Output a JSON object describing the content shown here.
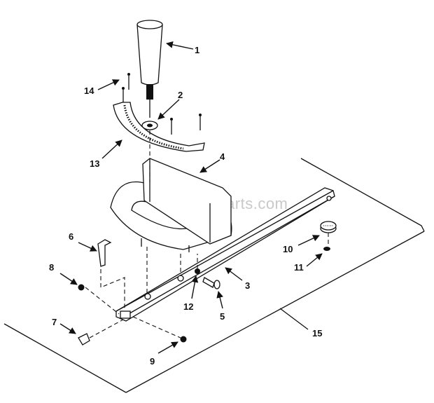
{
  "watermark": "eReplacementParts.com",
  "callouts": [
    {
      "id": "1",
      "text": "1"
    },
    {
      "id": "2",
      "text": "2"
    },
    {
      "id": "3",
      "text": "3"
    },
    {
      "id": "4",
      "text": "4"
    },
    {
      "id": "5",
      "text": "5"
    },
    {
      "id": "6",
      "text": "6"
    },
    {
      "id": "7",
      "text": "7"
    },
    {
      "id": "8",
      "text": "8"
    },
    {
      "id": "9",
      "text": "9"
    },
    {
      "id": "10",
      "text": "10"
    },
    {
      "id": "11",
      "text": "11"
    },
    {
      "id": "12",
      "text": "12"
    },
    {
      "id": "13",
      "text": "13"
    },
    {
      "id": "14",
      "text": "14"
    },
    {
      "id": "15",
      "text": "15"
    }
  ]
}
